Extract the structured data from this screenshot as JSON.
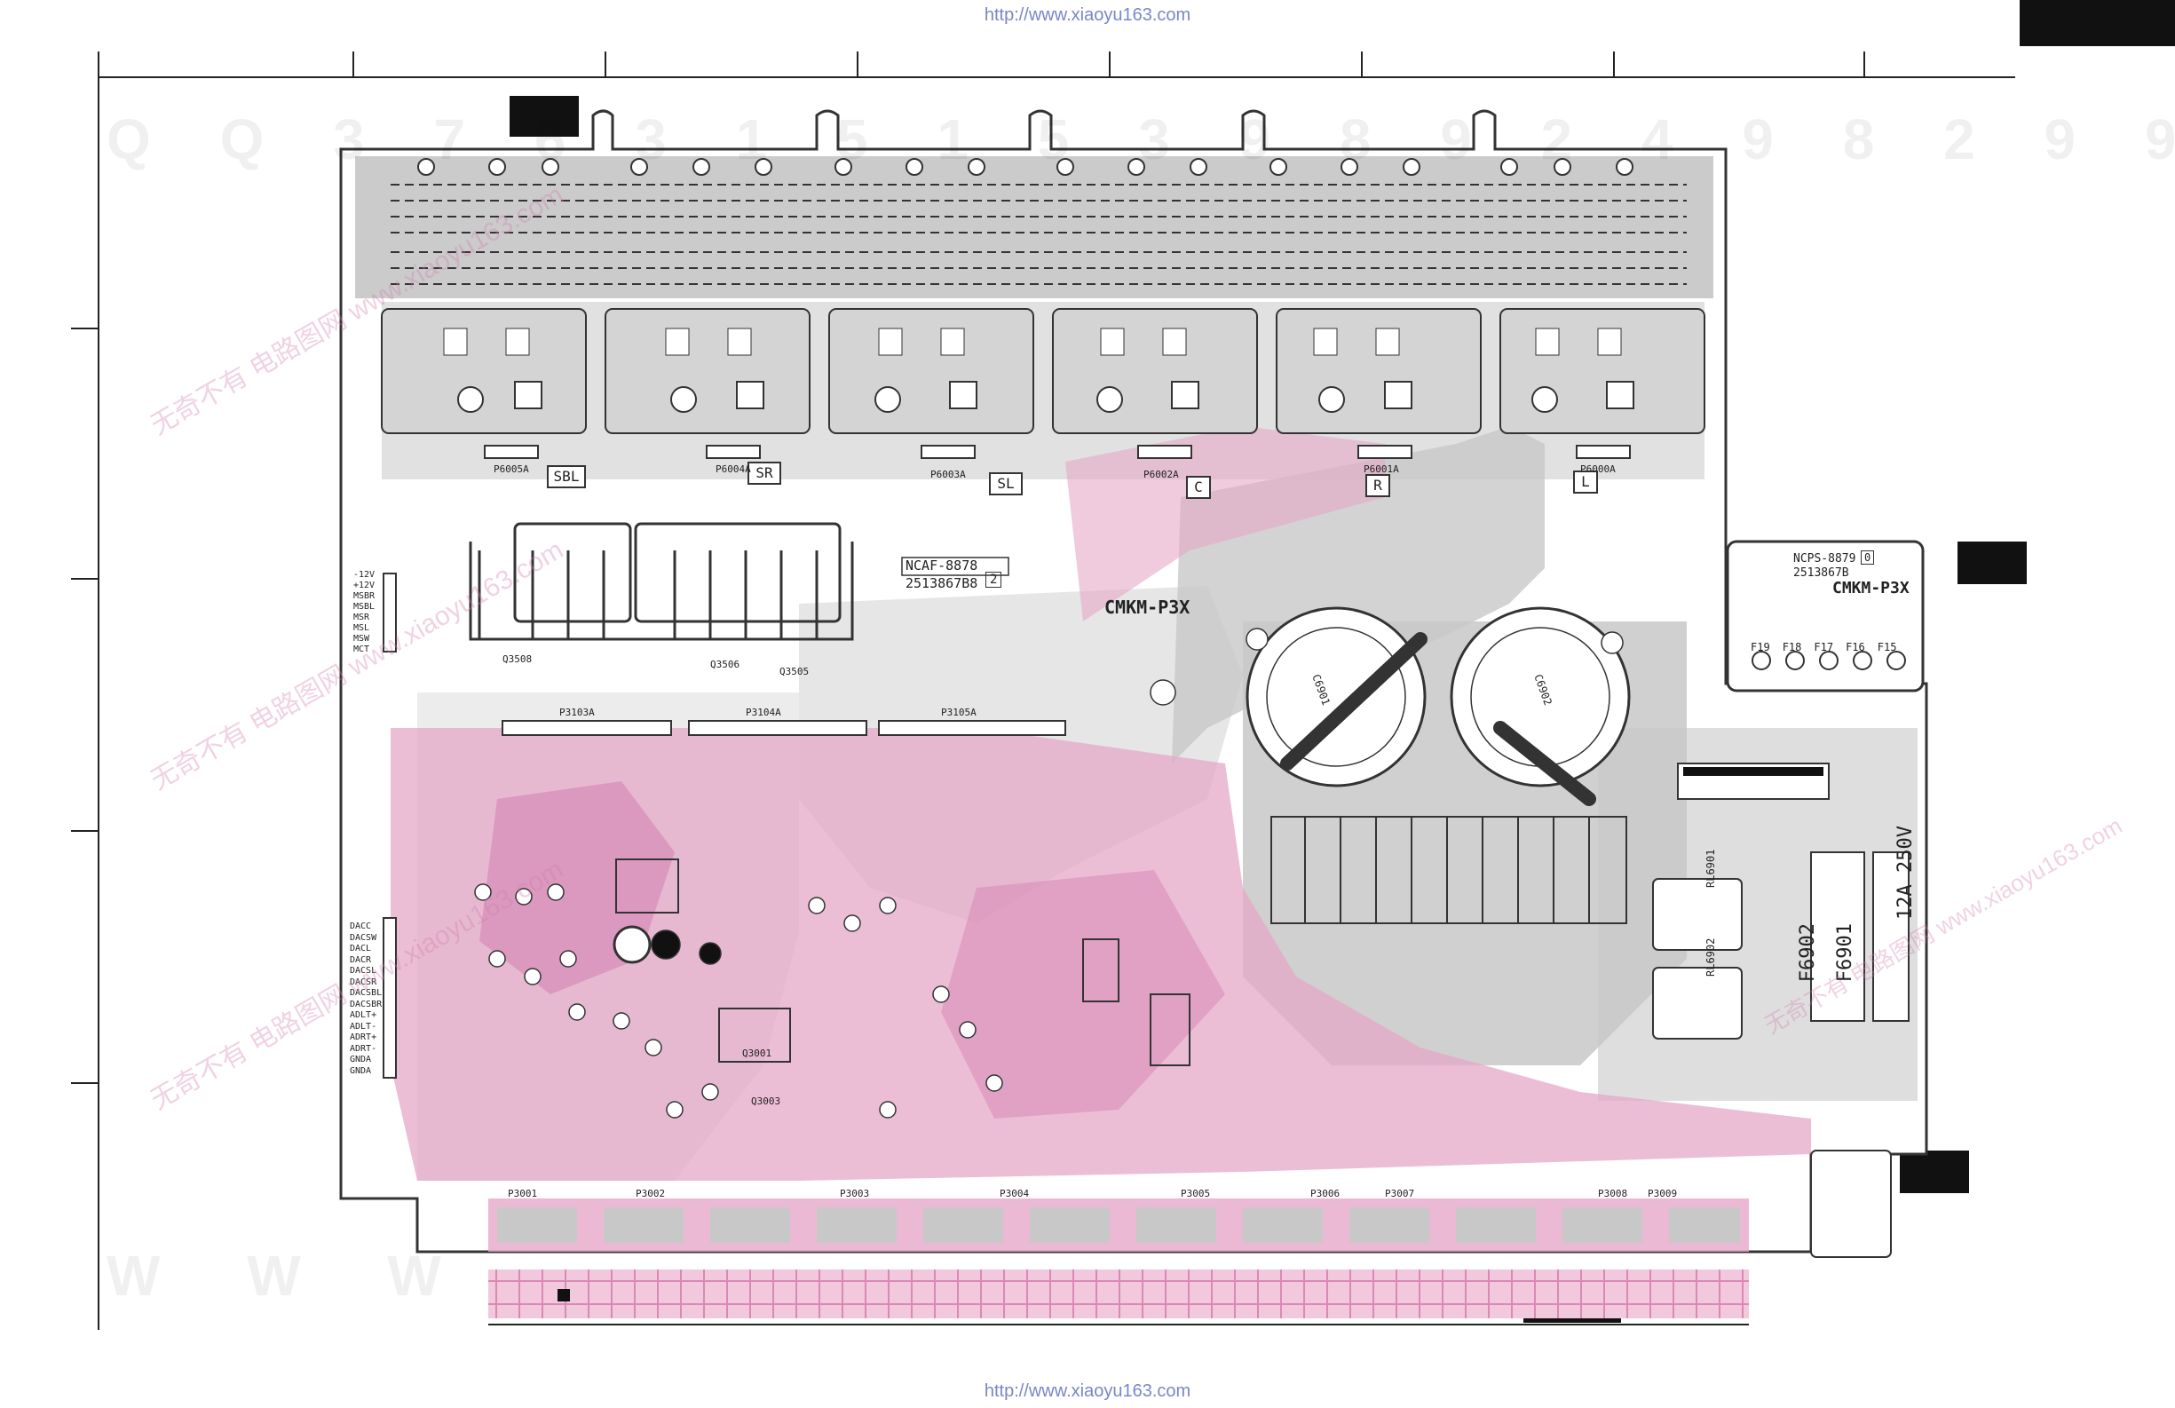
{
  "header": {
    "url_top": "http://www.xiaoyu163.com",
    "url_bottom": "http://www.xiaoyu163.com"
  },
  "board": {
    "part_code": "NCAF-8878",
    "part_code_main": "2513867B8",
    "rev": "2",
    "ul_mark": "CMKM-P3X",
    "sub_part": "NCPS-8879",
    "sub_part_code": "2513867B",
    "sub_ul": "CMKM-P3X",
    "sub_rev": "0",
    "fuse_label": "12A 250V",
    "fuse_name_1": "F6901",
    "fuse_name_2": "F6902",
    "channel_tags": [
      "SBL",
      "SR",
      "SL",
      "C",
      "R",
      "L"
    ],
    "connectors_top": [
      "P6005A",
      "P6004A",
      "P6003A",
      "P6002A",
      "P6001A",
      "P6000A"
    ],
    "connectors_mid": [
      "P3103A",
      "P3104A",
      "P3105A"
    ],
    "connectors_bottom": [
      "P3001",
      "P3002",
      "P3003",
      "P3004",
      "P3005",
      "P3006",
      "P3007",
      "P3008",
      "P3009"
    ],
    "left_pins_upper": [
      "-12V",
      "+12V",
      "MSBR",
      "MSBL",
      "MSR",
      "MSL",
      "MSW",
      "MCT"
    ],
    "left_pins_lower": [
      "DACC",
      "DACSW",
      "DACL",
      "DACR",
      "DACSL",
      "DACSR",
      "DACSBL",
      "DACSBR",
      "ADLT+",
      "ADLT-",
      "ADRT+",
      "ADRT-",
      "GNDA",
      "GNDA"
    ],
    "fuse_pins": [
      "F19",
      "F18",
      "F17",
      "F16",
      "F15"
    ],
    "caps_big": [
      "C6901",
      "C6902"
    ],
    "relays": [
      "RL6901",
      "RL6902"
    ],
    "ic_labels": [
      "Q3001",
      "Q3003",
      "Q3506",
      "Q3508",
      "Q3505"
    ],
    "watermark_top": "Q Q 3 7 6 3 1 5 1 5 3 9 8 9 2 4 9 8 2 9 9",
    "watermark_bottom": "W W W",
    "watermark_cn": "无奇不有 电路图网 www.xiaoyu163.com"
  },
  "colors": {
    "board_grey": "#c8c8c8",
    "trace_pink": "#e6a8c8",
    "trace_pink_dark": "#d27fb0",
    "ink": "#222222",
    "url_blue": "#7a86c8"
  }
}
